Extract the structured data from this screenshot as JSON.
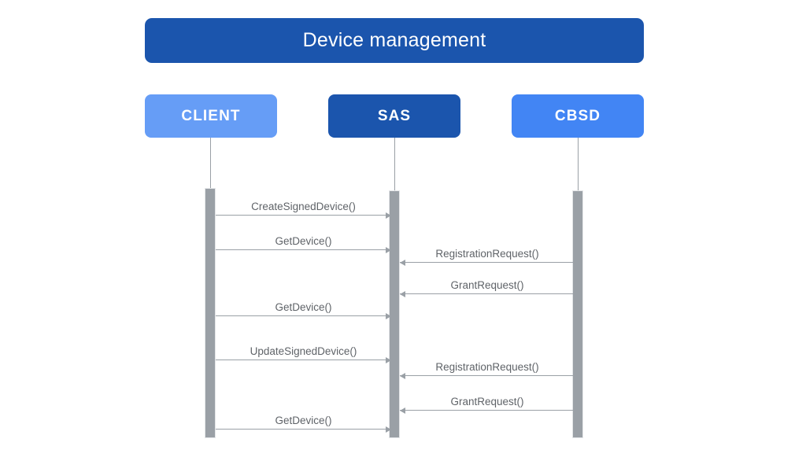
{
  "diagram": {
    "type": "sequence-diagram",
    "title": "Device management",
    "background_color": "#ffffff",
    "line_color": "#9aa0a6",
    "label_color": "#5f6368",
    "actors": [
      {
        "id": "client",
        "label": "CLIENT",
        "color": "#669df6",
        "text_color": "#ffffff"
      },
      {
        "id": "sas",
        "label": "SAS",
        "color": "#1b55ad",
        "text_color": "#ffffff"
      },
      {
        "id": "cbsd",
        "label": "CBSD",
        "color": "#4285f4",
        "text_color": "#ffffff"
      }
    ],
    "messages": [
      {
        "index": 1,
        "label": "CreateSignedDevice()",
        "from": "client",
        "to": "sas",
        "direction": "right"
      },
      {
        "index": 2,
        "label": "GetDevice()",
        "from": "client",
        "to": "sas",
        "direction": "right"
      },
      {
        "index": 3,
        "label": "RegistrationRequest()",
        "from": "cbsd",
        "to": "sas",
        "direction": "left"
      },
      {
        "index": 4,
        "label": "GrantRequest()",
        "from": "cbsd",
        "to": "sas",
        "direction": "left"
      },
      {
        "index": 5,
        "label": "GetDevice()",
        "from": "client",
        "to": "sas",
        "direction": "right"
      },
      {
        "index": 6,
        "label": "UpdateSignedDevice()",
        "from": "client",
        "to": "sas",
        "direction": "right"
      },
      {
        "index": 7,
        "label": "RegistrationRequest()",
        "from": "cbsd",
        "to": "sas",
        "direction": "left"
      },
      {
        "index": 8,
        "label": "GrantRequest()",
        "from": "cbsd",
        "to": "sas",
        "direction": "left"
      },
      {
        "index": 9,
        "label": "GetDevice()",
        "from": "client",
        "to": "sas",
        "direction": "right"
      }
    ]
  }
}
